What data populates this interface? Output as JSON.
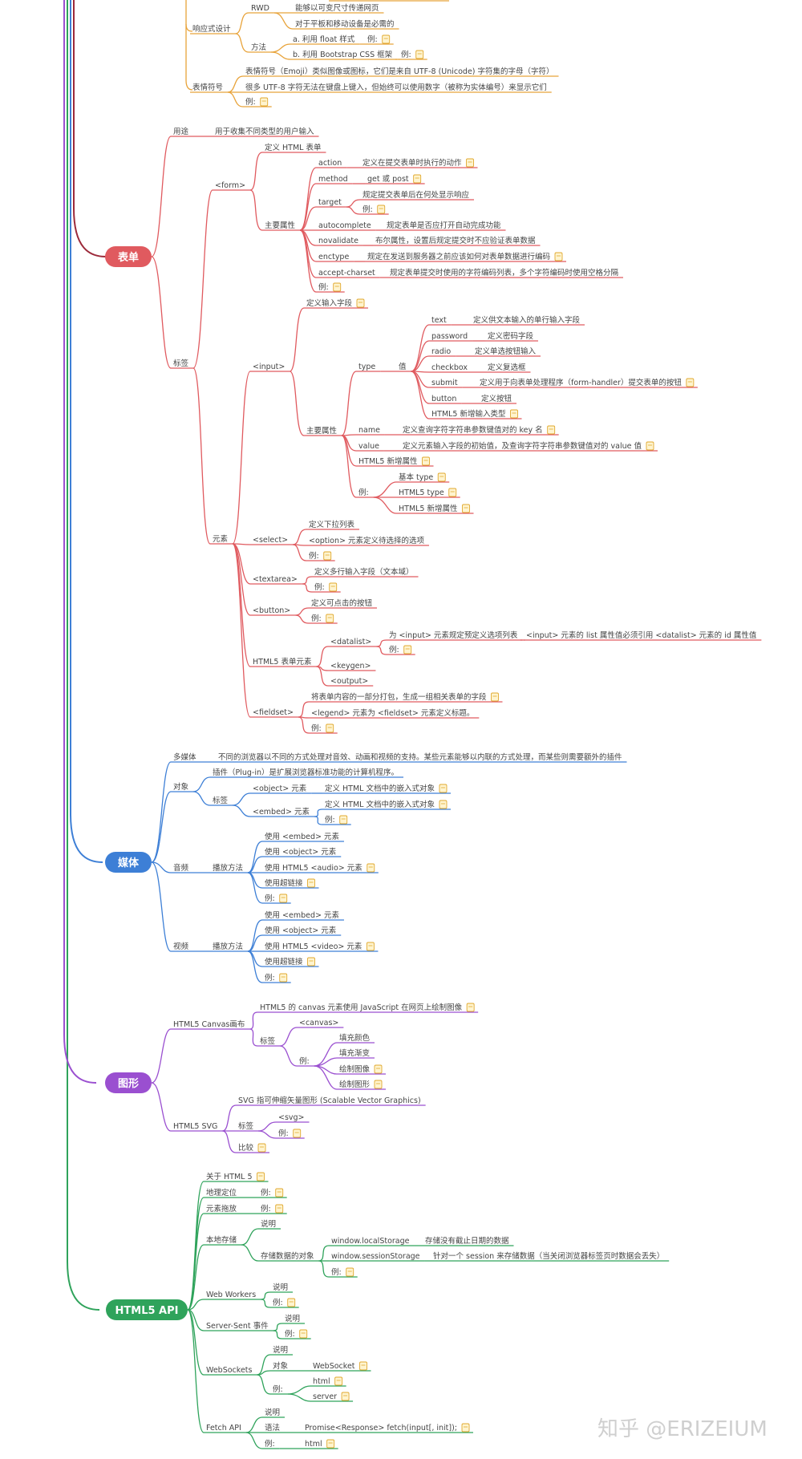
{
  "watermark": "知乎 @ERIZEIUM",
  "roots": [
    {
      "id": "forms",
      "label": "表单",
      "color": "#e05a5f"
    },
    {
      "id": "media",
      "label": "媒体",
      "color": "#3d7fd6"
    },
    {
      "id": "graphics",
      "label": "图形",
      "color": "#9a4fd0"
    },
    {
      "id": "api",
      "label": "HTML5 API",
      "color": "#2fa35b"
    }
  ],
  "nodes": {
    "f1": "响应式设计",
    "f2": "RWD",
    "f3": "能够以可变尺寸传递网页",
    "f4": "对于平板和移动设备是必需的",
    "f5": "方法",
    "f6": "a. 利用 float 样式",
    "f7": "例:",
    "f8": "b. 利用 Bootstrap CSS 框架",
    "f9": "例:",
    "f10": "表情符号",
    "f11": "表情符号（Emoji）类似图像或图标，它们是来自 UTF-8 (Unicode) 字符集的字母（字符）",
    "f12": "很多 UTF-8 字符无法在键盘上键入，但始终可以使用数字（被称为实体编号）来显示它们",
    "f13": "例:",
    "a1": "用途",
    "a2": "用于收集不同类型的用户输入",
    "a3": "标签",
    "a4": "<form>",
    "a5": "定义 HTML 表单",
    "a6": "主要属性",
    "a7": "action",
    "a8": "定义在提交表单时执行的动作",
    "a9": "method",
    "a10": "get 或 post",
    "a11": "target",
    "a12": "规定提交表单后在何处显示响应",
    "a13": "例:",
    "a14": "autocomplete",
    "a15": "规定表单是否应打开自动完成功能",
    "a16": "novalidate",
    "a17": "布尔属性，设置后规定提交时不应验证表单数据",
    "a18": "enctype",
    "a19": "规定在发送到服务器之前应该如何对表单数据进行编码",
    "a20": "accept-charset",
    "a21": "规定表单提交时使用的字符编码列表，多个字符编码时使用空格分隔",
    "a22": "例:",
    "a23": "元素",
    "a24": "<input>",
    "a25": "定义输入字段",
    "a26": "主要属性",
    "a27": "type",
    "a28": "值",
    "a29": "text",
    "a30": "定义供文本输入的单行输入字段",
    "a31": "password",
    "a32": "定义密码字段",
    "a33": "radio",
    "a34": "定义单选按钮输入",
    "a35": "checkbox",
    "a36": "定义复选框",
    "a37": "submit",
    "a38": "定义用于向表单处理程序（form-handler）提交表单的按钮",
    "a39": "button",
    "a40": "定义按钮",
    "a41": "HTML5 新增输入类型",
    "a42": "name",
    "a43": "定义查询字符字符串参数键值对的 key 名",
    "a44": "value",
    "a45": "定义元素输入字段的初始值，及查询字符字符串参数键值对的 value 值",
    "a46": "HTML5 新增属性",
    "a47": "例:",
    "a48": "基本 type",
    "a49": "HTML5 type",
    "a50": "HTML5 新增属性",
    "a51": "<select>",
    "a52": "定义下拉列表",
    "a53": "<option> 元素定义待选择的选项",
    "a54": "例:",
    "a55": "<textarea>",
    "a56": "定义多行输入字段（文本域）",
    "a57": "例:",
    "a58": "<button>",
    "a59": "定义可点击的按钮",
    "a60": "例:",
    "a61": "HTML5 表单元素",
    "a62": "<datalist>",
    "a63": "为 <input> 元素规定预定义选项列表",
    "a64": "<input> 元素的 list 属性值必须引用 <datalist> 元素的 id 属性值",
    "a65": "例:",
    "a66": "<keygen>",
    "a67": "<output>",
    "a68": "<fieldset>",
    "a69": "将表单内容的一部分打包，生成一组相关表单的字段",
    "a70": "<legend> 元素为 <fieldset> 元素定义标题。",
    "a71": "例:",
    "m1": "多媒体",
    "m2": "不同的浏览器以不同的方式处理对音效、动画和视频的支持。某些元素能够以内联的方式处理，而某些则需要额外的插件",
    "m3": "对象",
    "m4": "插件（Plug-in）是扩展浏览器标准功能的计算机程序。",
    "m5": "标签",
    "m6": "<object> 元素",
    "m7": "定义 HTML 文档中的嵌入式对象",
    "m8": "<embed> 元素",
    "m9": "定义 HTML 文档中的嵌入式对象",
    "m10": "例:",
    "m11": "音频",
    "m12": "播放方法",
    "m13": "使用 <embed> 元素",
    "m14": "使用 <object> 元素",
    "m15": "使用 HTML5 <audio> 元素",
    "m16": "使用超链接",
    "m17": "例:",
    "m18": "视频",
    "m19": "播放方法",
    "m20": "使用 <embed> 元素",
    "m21": "使用 <object> 元素",
    "m22": "使用 HTML5 <video> 元素",
    "m23": "使用超链接",
    "m24": "例:",
    "g1": "HTML5 Canvas画布",
    "g2": "HTML5 的 canvas 元素使用 JavaScript 在网页上绘制图像",
    "g3": "标签",
    "g4": "<canvas>",
    "g5": "例:",
    "g6": "填充颜色",
    "g7": "填充渐变",
    "g8": "绘制图像",
    "g9": "绘制图形",
    "g10": "HTML5 SVG",
    "g11": "SVG 指可伸缩矢量图形 (Scalable Vector Graphics)",
    "g12": "标签",
    "g13": "<svg>",
    "g14": "例:",
    "g15": "比较",
    "p1": "关于 HTML 5",
    "p2": "地理定位",
    "p3": "例:",
    "p4": "元素拖放",
    "p5": "例:",
    "p6": "本地存储",
    "p7": "说明",
    "p8": "存储数据的对象",
    "p9": "window.localStorage",
    "p10": "存储没有截止日期的数据",
    "p11": "window.sessionStorage",
    "p12": "针对一个 session 来存储数据（当关闭浏览器标签页时数据会丢失）",
    "p13": "例:",
    "p14": "Web Workers",
    "p15": "说明",
    "p16": "例:",
    "p17": "Server-Sent 事件",
    "p18": "说明",
    "p19": "例:",
    "p20": "WebSockets",
    "p21": "说明",
    "p22": "对象",
    "p23": "WebSocket",
    "p24": "例:",
    "p25": "html",
    "p26": "server",
    "p27": "Fetch API",
    "p28": "说明",
    "p29": "语法",
    "p30": "Promise<Response> fetch(input[, init]);",
    "p31": "例:",
    "p32": "html"
  }
}
